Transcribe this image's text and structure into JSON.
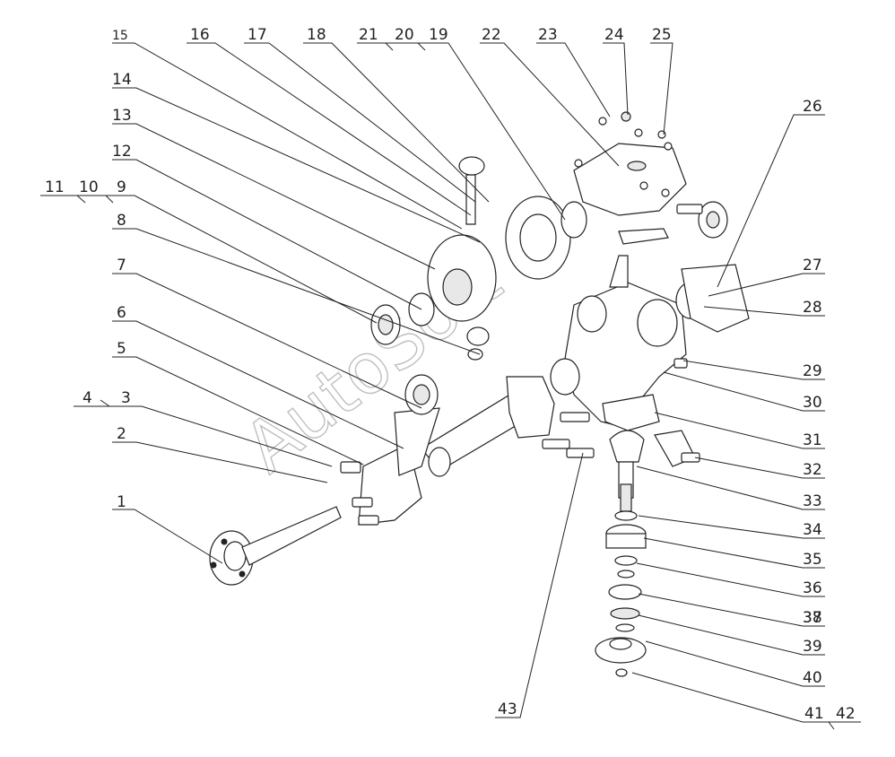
{
  "watermark": "AutoSoft",
  "callouts": {
    "n1": "1",
    "n2": "2",
    "n3": "3",
    "n4": "4",
    "n5": "5",
    "n6": "6",
    "n7": "7",
    "n8": "8",
    "n9": "9",
    "n10": "10",
    "n11": "11",
    "n12": "12",
    "n13": "13",
    "n14": "14",
    "n15": "15",
    "n16": "16",
    "n17": "17",
    "n18": "18",
    "n19": "19",
    "n20": "20",
    "n21": "21",
    "n22": "22",
    "n23": "23",
    "n24": "24",
    "n25": "25",
    "n26": "26",
    "n27": "27",
    "n28": "28",
    "n29": "29",
    "n30": "30",
    "n31": "31",
    "n32": "32",
    "n33": "33",
    "n34": "34",
    "n35": "35",
    "n36": "36",
    "n37": "37",
    "n38": "38",
    "n39": "39",
    "n40": "40",
    "n41": "41",
    "n42": "42",
    "n43": "43"
  }
}
